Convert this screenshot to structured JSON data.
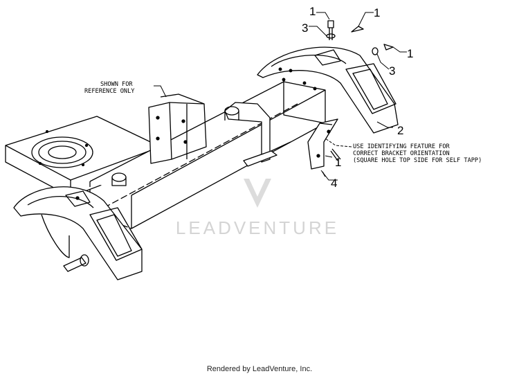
{
  "callouts": {
    "c1a": "1",
    "c1b": "1",
    "c1c": "1",
    "c1d": "1",
    "c2": "2",
    "c3a": "3",
    "c3b": "3",
    "c4": "4"
  },
  "notes": {
    "reference_line1": "SHOWN FOR",
    "reference_line2": "REFERENCE ONLY",
    "bracket_line1": "USE IDENTIFYING FEATURE FOR",
    "bracket_line2": "CORRECT BRACKET ORIENTATION",
    "bracket_line3": "(SQUARE HOLE TOP SIDE FOR SELF TAPP)"
  },
  "watermark": {
    "text": "LEADVENTURE"
  },
  "footer": {
    "text": "Rendered by LeadVenture, Inc."
  }
}
